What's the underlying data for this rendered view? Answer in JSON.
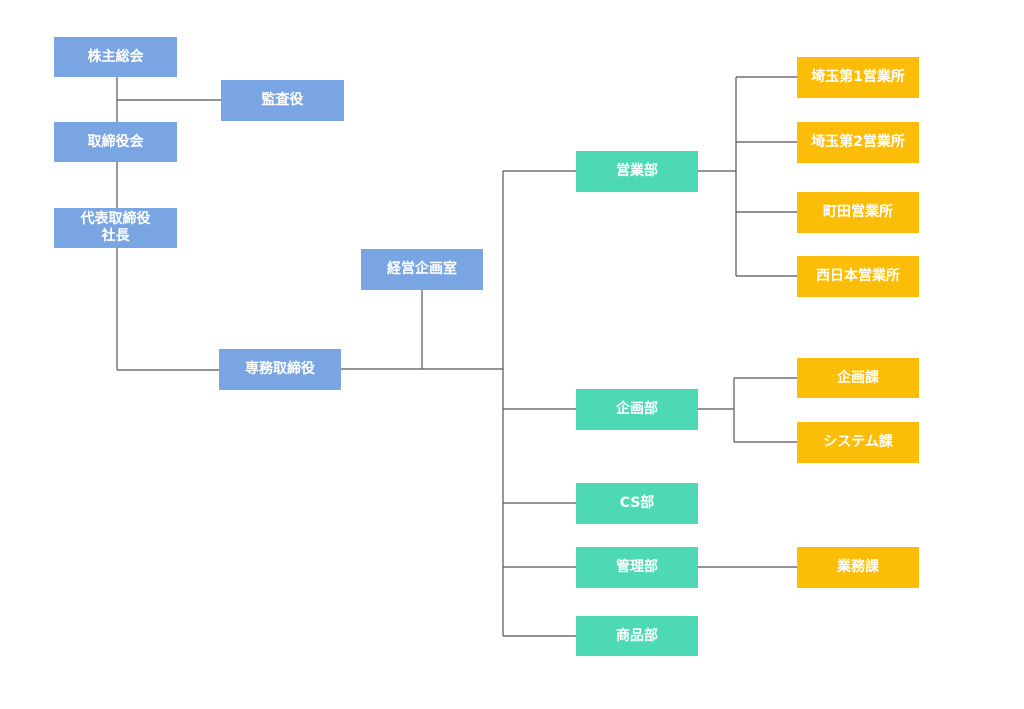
{
  "colors": {
    "executive": "#79a6e2",
    "department": "#4dd9b3",
    "section": "#fcbd08",
    "connector": "#555555"
  },
  "nodes": {
    "shareholders_meeting": "株主総会",
    "auditor": "監査役",
    "board_of_directors": "取締役会",
    "representative_director_line1": "代表取締役",
    "representative_director_line2": "社長",
    "senior_managing_director": "専務取締役",
    "corporate_planning_office": "経営企画室",
    "sales_department": "営業部",
    "planning_department": "企画部",
    "cs_department": "CS部",
    "administration_department": "管理部",
    "products_department": "商品部",
    "saitama_office_1": "埼玉第1営業所",
    "saitama_office_2": "埼玉第2営業所",
    "machida_office": "町田営業所",
    "nishinihon_office": "西日本営業所",
    "planning_section": "企画課",
    "system_section": "システム課",
    "business_section": "業務課"
  }
}
